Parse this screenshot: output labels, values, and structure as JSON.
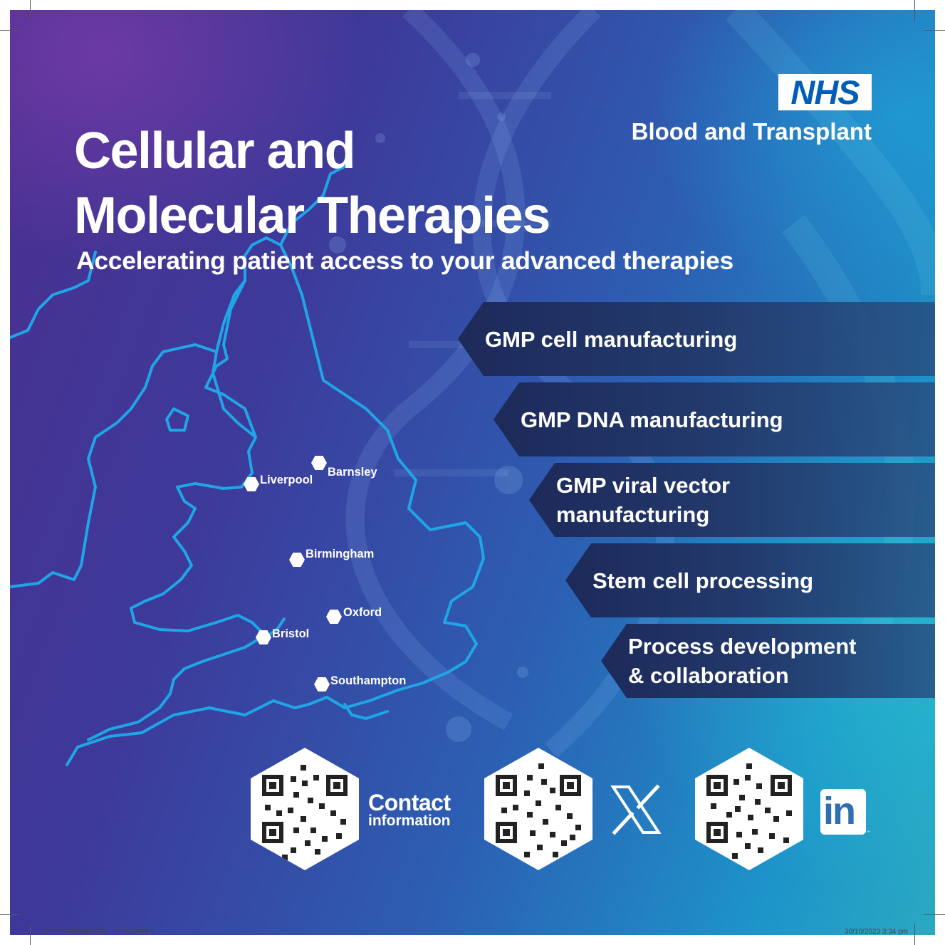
{
  "logo": {
    "mark": "NHS",
    "organisation": "Blood and Transplant"
  },
  "title": {
    "line1": "Cellular and",
    "line2": "Molecular Therapies"
  },
  "subtitle": "Accelerating patient access to your advanced therapies",
  "services": [
    {
      "line1": "GMP cell manufacturing",
      "line2": ""
    },
    {
      "line1": "GMP DNA manufacturing",
      "line2": ""
    },
    {
      "line1": "GMP viral vector",
      "line2": "manufacturing"
    },
    {
      "line1": "Stem cell processing",
      "line2": ""
    },
    {
      "line1": "Process development",
      "line2": "& collaboration"
    }
  ],
  "map": {
    "cities": [
      "Liverpool",
      "Barnsley",
      "Birmingham",
      "Oxford",
      "Bristol",
      "Southampton"
    ]
  },
  "qr_codes": {
    "contact": {
      "label_big": "Contact",
      "label_small": "information",
      "icon": "qr-code-icon"
    },
    "x": {
      "icon": "x-logo-icon"
    },
    "linkedin": {
      "icon": "linkedin-logo-icon",
      "mark": "in",
      "tm": "™"
    }
  },
  "print_marks": {
    "left": "31615 0323dg CMT - 210sq.indd   1",
    "right": "30/10/2023   3:34 pm"
  },
  "colors": {
    "nhs_blue": "#005eb8",
    "outline": "#1fa6e6",
    "panel": "#1d2a5a"
  }
}
